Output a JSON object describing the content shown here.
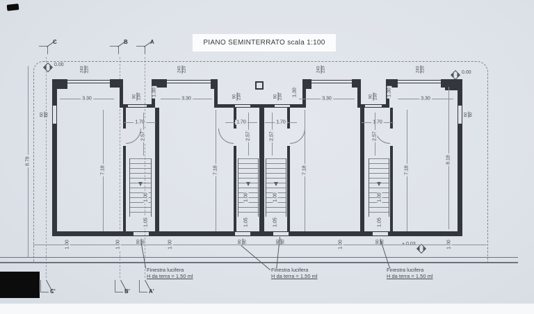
{
  "title": "PIANO SEMINTERRATO scala 1:100",
  "sections": {
    "top": [
      "C",
      "B",
      "A"
    ],
    "bottom": [
      "C'",
      "B'",
      "A'"
    ]
  },
  "levels": {
    "zero": "0.00",
    "plus": "+ 0.03"
  },
  "dims": {
    "room_w": "3.30",
    "entry_w": "1.70",
    "room_d": "7.18",
    "right_d": "8.18",
    "lot_d": "8.78",
    "stair_run": "2.57",
    "stair_w": "1.00",
    "stair_end": "1.05",
    "module": "1.00",
    "recess": "1.30"
  },
  "openings": {
    "window": {
      "w": "240",
      "h": "220"
    },
    "door": {
      "w": "90",
      "h": "230"
    },
    "basement_window": {
      "w": "90",
      "h": "90"
    },
    "side_window": {
      "w": "60",
      "h": "60"
    }
  },
  "note": {
    "line1": "Finestra lucifera",
    "line2": "H da terra = 1.50 ml"
  },
  "colors": {
    "paper": "#dee3e9",
    "ink": "#33373d",
    "dim": "#8b9098"
  }
}
